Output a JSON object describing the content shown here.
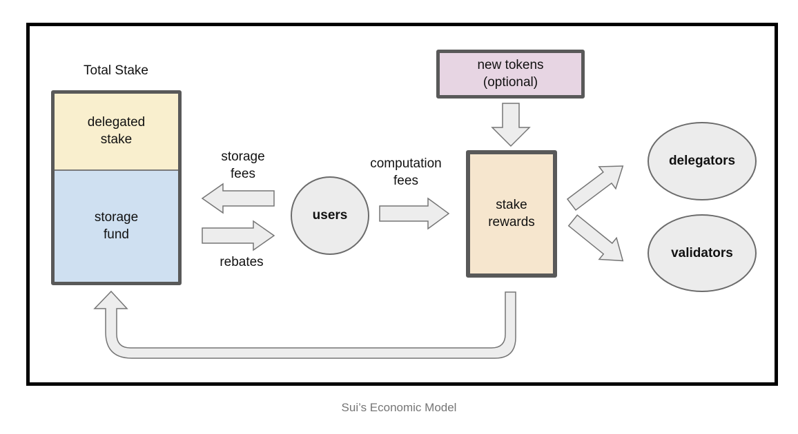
{
  "caption": "Sui’s Economic Model",
  "nodes": {
    "total_stake_title": "Total Stake",
    "delegated_stake": "delegated\nstake",
    "storage_fund": "storage\nfund",
    "users": "users",
    "new_tokens": "new tokens\n(optional)",
    "stake_rewards": "stake\nrewards",
    "delegators": "delegators",
    "validators": "validators"
  },
  "flow_labels": {
    "storage_fees": "storage\nfees",
    "rebates": "rebates",
    "computation_fees": "computation\nfees"
  },
  "arrows": [
    {
      "name": "storage-fees-arrow",
      "from": "users",
      "to": "storage fund",
      "direction": "left"
    },
    {
      "name": "rebates-arrow",
      "from": "storage fund",
      "to": "users",
      "direction": "right"
    },
    {
      "name": "computation-fees-arrow",
      "from": "users",
      "to": "stake rewards",
      "direction": "right"
    },
    {
      "name": "new-tokens-arrow",
      "from": "new tokens (optional)",
      "to": "stake rewards",
      "direction": "down"
    },
    {
      "name": "to-delegators-arrow",
      "from": "stake rewards",
      "to": "delegators",
      "direction": "up-right"
    },
    {
      "name": "to-validators-arrow",
      "from": "stake rewards",
      "to": "validators",
      "direction": "down-right"
    },
    {
      "name": "reinvest-loop-arrow",
      "from": "stake rewards",
      "to": "storage fund",
      "direction": "u-turn-up"
    }
  ],
  "colors": {
    "delegated_stake_fill": "#f9efce",
    "storage_fund_fill": "#cfe0f1",
    "stake_rewards_fill": "#f6e6ce",
    "new_tokens_fill": "#e7d5e3",
    "node_fill": "#ececec",
    "arrow_fill": "#ededed",
    "box_border": "#595959",
    "shape_border": "#6b6b6b",
    "frame_border": "#000000",
    "caption_text": "#757575"
  }
}
